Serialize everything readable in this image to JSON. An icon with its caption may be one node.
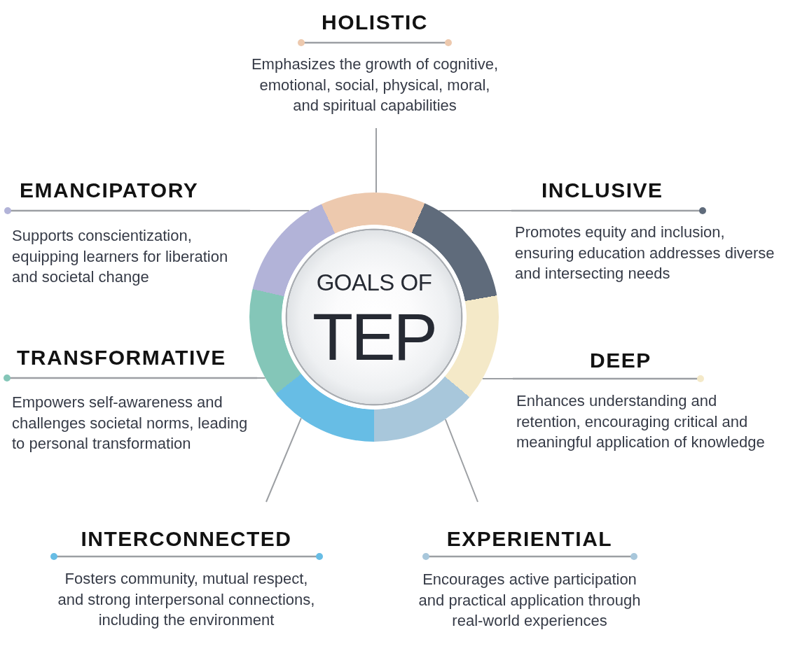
{
  "diagram": {
    "nodes": [
      {
        "text": [
          "HOLISTIC",
          "Emphasizes the growth of cognitive, emotional, social, physical, moral, and spiritual capabilities"
        ]
      },
      {
        "text": [
          "EMANCIPATORY",
          "Supports conscientization, equipping learners for liberation and societal change"
        ]
      },
      {
        "text": [
          "INCLUSIVE",
          "Promotes equity and inclusion, ensuring education addresses diverse and intersecting needs"
        ]
      },
      {
        "text": [
          "GOALS OF",
          "TEP"
        ]
      },
      {
        "text": [
          "TRANSFORMATIVE",
          "Empowers self-awareness and challenges societal norms, leading to personal transformation"
        ]
      },
      {
        "text": [
          "DEEP",
          "Enhances understanding and retention, encouraging critical and meaningful application of knowledge"
        ]
      },
      {
        "text": [
          "INTERCONNECTED",
          "Fosters community, mutual respect, and strong interpersonal connections, including the environment"
        ]
      },
      {
        "text": [
          "EXPERIENTIAL",
          "Encourages active participation and practical application through real-world experiences"
        ]
      }
    ],
    "edges": [
      {
        "from": 3,
        "to": 0,
        "arrow": "none"
      },
      {
        "from": 3,
        "to": 1,
        "arrow": "none"
      },
      {
        "from": 3,
        "to": 2,
        "arrow": "none"
      },
      {
        "from": 3,
        "to": 4,
        "arrow": "none"
      },
      {
        "from": 3,
        "to": 5,
        "arrow": "none"
      },
      {
        "from": 3,
        "to": 6,
        "arrow": "none"
      },
      {
        "from": 3,
        "to": 7,
        "arrow": "none"
      }
    ]
  }
}
